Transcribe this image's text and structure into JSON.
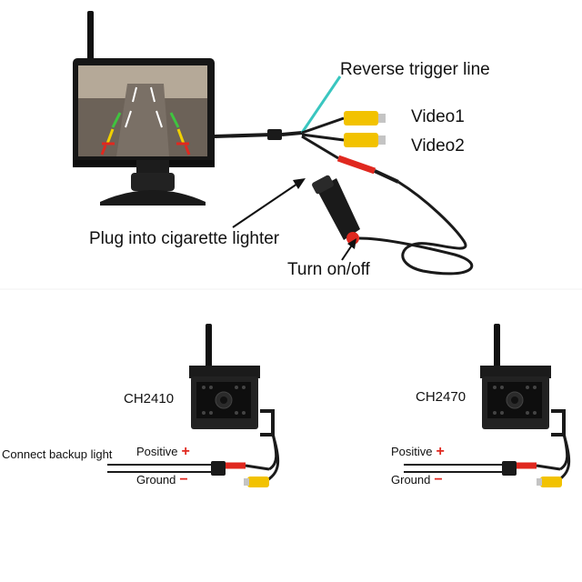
{
  "monitor": {
    "labels": {
      "reverse": "Reverse trigger line",
      "video1": "Video1",
      "video2": "Video2",
      "plug": "Plug into cigarette lighter",
      "switch": "Turn on/off"
    }
  },
  "cameras": [
    {
      "model": "CH2410",
      "connect_label": "Connect backup light",
      "positive_label": "Positive",
      "positive_sign": "+",
      "ground_label": "Ground",
      "ground_sign": "−"
    },
    {
      "model": "CH2470",
      "positive_label": "Positive",
      "positive_sign": "+",
      "ground_label": "Ground",
      "ground_sign": "−"
    }
  ],
  "colors": {
    "rca_yellow": "#f2c200",
    "trigger_cyan": "#39c6c0",
    "positive_red": "#e0281f",
    "cable": "#1a1a1a"
  }
}
